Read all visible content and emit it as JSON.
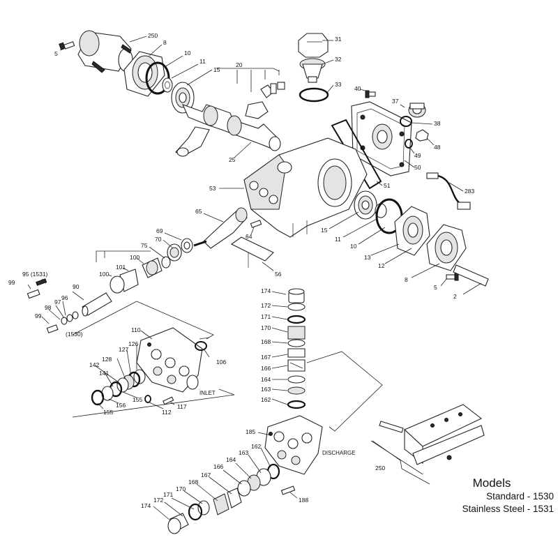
{
  "models": {
    "title": "Models",
    "standard": "Standard - 1530",
    "stainless": "Stainless Steel - 1531"
  },
  "callouts": {
    "inlet": "INLET",
    "discharge": "DISCHARGE"
  },
  "parts": {
    "p250a": "250",
    "p5a": "5",
    "p8a": "8",
    "p10a": "10",
    "p11a": "11",
    "p15a": "15",
    "p20": "20",
    "p31": "31",
    "p32": "32",
    "p33": "33",
    "p40": "40",
    "p37": "37",
    "p38": "38",
    "p48": "48",
    "p49": "49",
    "p50": "50",
    "p51": "51",
    "p25": "25",
    "p283": "283",
    "p53": "53",
    "p65": "65",
    "p64": "64",
    "p15b": "15",
    "p11b": "11",
    "p10b": "10",
    "p13": "13",
    "p12": "12",
    "p69": "69",
    "p70": "70",
    "p75": "75",
    "p100a": "100",
    "p100b": "100",
    "p101": "101",
    "p56": "56",
    "p8b": "8",
    "p5b": "5",
    "p2": "2",
    "p95": "95 (1531)",
    "p99a": "99",
    "p96": "96",
    "p97": "97",
    "p98": "98",
    "p99b": "99",
    "p1530": "(1530)",
    "p90": "90",
    "p174a": "174",
    "p172a": "172",
    "p171a": "171",
    "p170a": "170",
    "p168a": "168",
    "p167a": "167",
    "p166a": "166",
    "p164a": "164",
    "p163a": "163",
    "p162a": "162",
    "p110": "110",
    "p126": "126",
    "p127": "127",
    "p128": "128",
    "p142": "142",
    "p141": "141",
    "p106": "106",
    "p155a": "155",
    "p156": "156",
    "p155b": "155",
    "p112": "112",
    "p117": "117",
    "p185": "185",
    "p162b": "162",
    "p163b": "163",
    "p164b": "164",
    "p166b": "166",
    "p167b": "167",
    "p168b": "168",
    "p170b": "170",
    "p171b": "171",
    "p172b": "172",
    "p174b": "174",
    "p188": "188",
    "p250b": "250"
  }
}
